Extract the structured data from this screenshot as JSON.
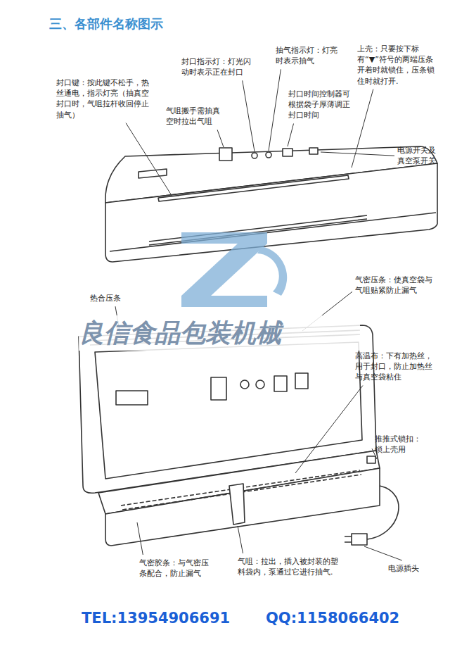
{
  "diagram": {
    "title": "三、各部件名称图示",
    "labels": [
      "封口指示灯：灯光闪动时表示正在封口",
      "抽气指示灯：灯亮时表示抽气",
      "上壳：只要按下标有“▼”符号的两端压条开着时就锁住，压条锁住时就打开.",
      "封口键：按此键不松手，热丝通电，指示灯亮（抽真空封口时，气咀拉杆收回停止抽气）",
      "气咀搬手需抽真空时拉出气咀",
      "封口时间控制器可根据袋子厚薄调正封口时间",
      "电源开关及真空泵开关",
      "气密压条：使真空袋与气咀贴紧防止漏气",
      "热合压条",
      "高温布：下有加热丝，用于封口，防止加热丝与真空袋粘住",
      "推推式锁扣：锁上壳用",
      "气密胶条：与气密压条配合，防止漏气",
      "气咀：拉出，插入被封装的塑料袋内，泵通过它进行抽气.",
      "电源插头",
      "良信食品包装机械",
      "TEL:13954906691",
      "QQ:1158066402"
    ]
  }
}
